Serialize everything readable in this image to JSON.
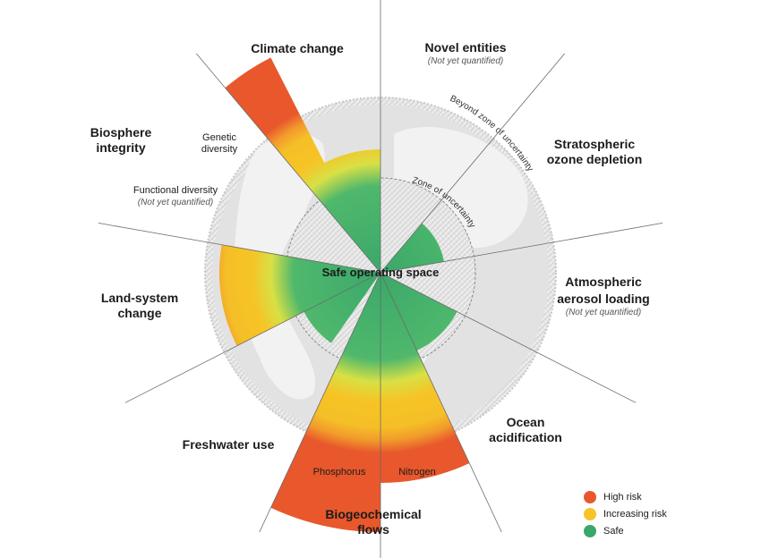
{
  "colors": {
    "high_risk": "#e8582c",
    "increasing_risk": "#f6c426",
    "safe": "#3aa86a",
    "globe": "#dcdcdc"
  },
  "labels": {
    "climate_change": "Climate change",
    "novel_entities": "Novel entities",
    "novel_entities_note": "(Not yet quantified)",
    "stratospheric_ozone": "Stratospheric ozone depletion",
    "atmospheric_aerosol": "Atmospheric aerosol loading",
    "atmospheric_aerosol_note": "(Not yet quantified)",
    "ocean_acidification": "Ocean acidification",
    "biogeochemical_flows": "Biogeochemical flows",
    "nitrogen": "Nitrogen",
    "phosphorus": "Phosphorus",
    "freshwater_use": "Freshwater use",
    "land_system_change": "Land-system change",
    "biosphere_integrity": "Biosphere integrity",
    "genetic_diversity": "Genetic diversity",
    "functional_diversity": "Functional diversity",
    "functional_diversity_note": "(Not yet quantified)",
    "safe_operating_space": "Safe operating space",
    "zone_of_uncertainty": "Zone of uncertainty",
    "beyond_zone": "Beyond zone of uncertainty"
  },
  "legend": [
    {
      "label": "High risk",
      "color_key": "high_risk"
    },
    {
      "label": "Increasing risk",
      "color_key": "increasing_risk"
    },
    {
      "label": "Safe",
      "color_key": "safe"
    }
  ]
}
